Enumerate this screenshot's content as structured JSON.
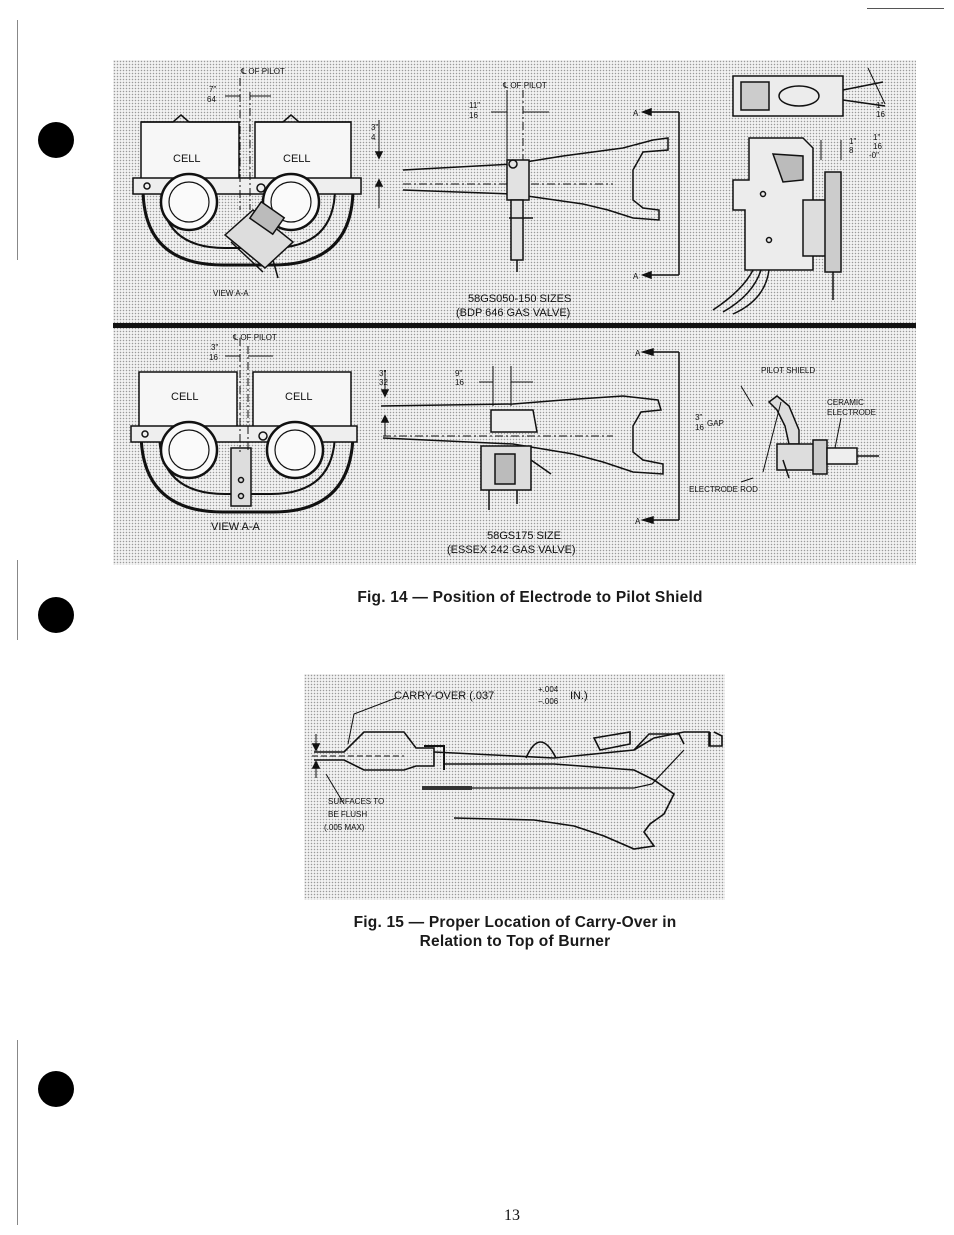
{
  "fig14": {
    "caption": "Fig. 14 — Position of Electrode to Pilot Shield",
    "top": {
      "left_view": {
        "centerline": "℄ OF PILOT",
        "offset_num": "7\"",
        "offset_den": "64",
        "cell_left": "CELL",
        "cell_right": "CELL",
        "view": "VIEW A-A"
      },
      "middle_view": {
        "centerline": "℄ OF PILOT",
        "offset_num": "11\"",
        "offset_den": "16",
        "height_num": "3\"",
        "height_den": "4",
        "section_a_top": "A",
        "section_a_bottom": "A",
        "caption_line1": "58GS050-150 SIZES",
        "caption_line2": "(BDP 646 GAS VALVE)"
      },
      "right_view": {
        "dim1_num": "1\"",
        "dim1_den": "16",
        "dim2_num": "1\"",
        "dim2_den": "8",
        "dim3_num": "1\"",
        "dim3_den": "16",
        "dim3_suffix": "-0\""
      }
    },
    "bottom": {
      "left_view": {
        "centerline": "℄ OF PILOT",
        "offset_num": "3\"",
        "offset_den": "16",
        "cell_left": "CELL",
        "cell_right": "CELL",
        "view": "VIEW A-A"
      },
      "middle_view": {
        "height_num": "3\"",
        "height_den": "32",
        "offset_num": "9\"",
        "offset_den": "16",
        "section_a_top": "A",
        "section_a_bottom": "A",
        "caption_line1": "58GS175 SIZE",
        "caption_line2": "(ESSEX 242 GAS VALVE)"
      },
      "right_view": {
        "pilot_shield": "PILOT SHIELD",
        "ceramic_line1": "CERAMIC",
        "ceramic_line2": "ELECTRODE",
        "gap_num": "3\"",
        "gap_den": "16",
        "gap": "GAP",
        "electrode_rod": "ELECTRODE ROD"
      }
    }
  },
  "fig15": {
    "caption_line1": "Fig. 15 — Proper Location of Carry-Over in",
    "caption_line2": "Relation to Top of Burner",
    "carry_over_prefix": "CARRY-OVER (.037",
    "carry_over_plus": "+.004",
    "carry_over_minus": "−.006",
    "carry_over_suffix": "IN.)",
    "surfaces_line1": "SURFACES TO",
    "surfaces_line2": "BE FLUSH",
    "surfaces_line3": "(.005 MAX)"
  },
  "page_number": "13"
}
